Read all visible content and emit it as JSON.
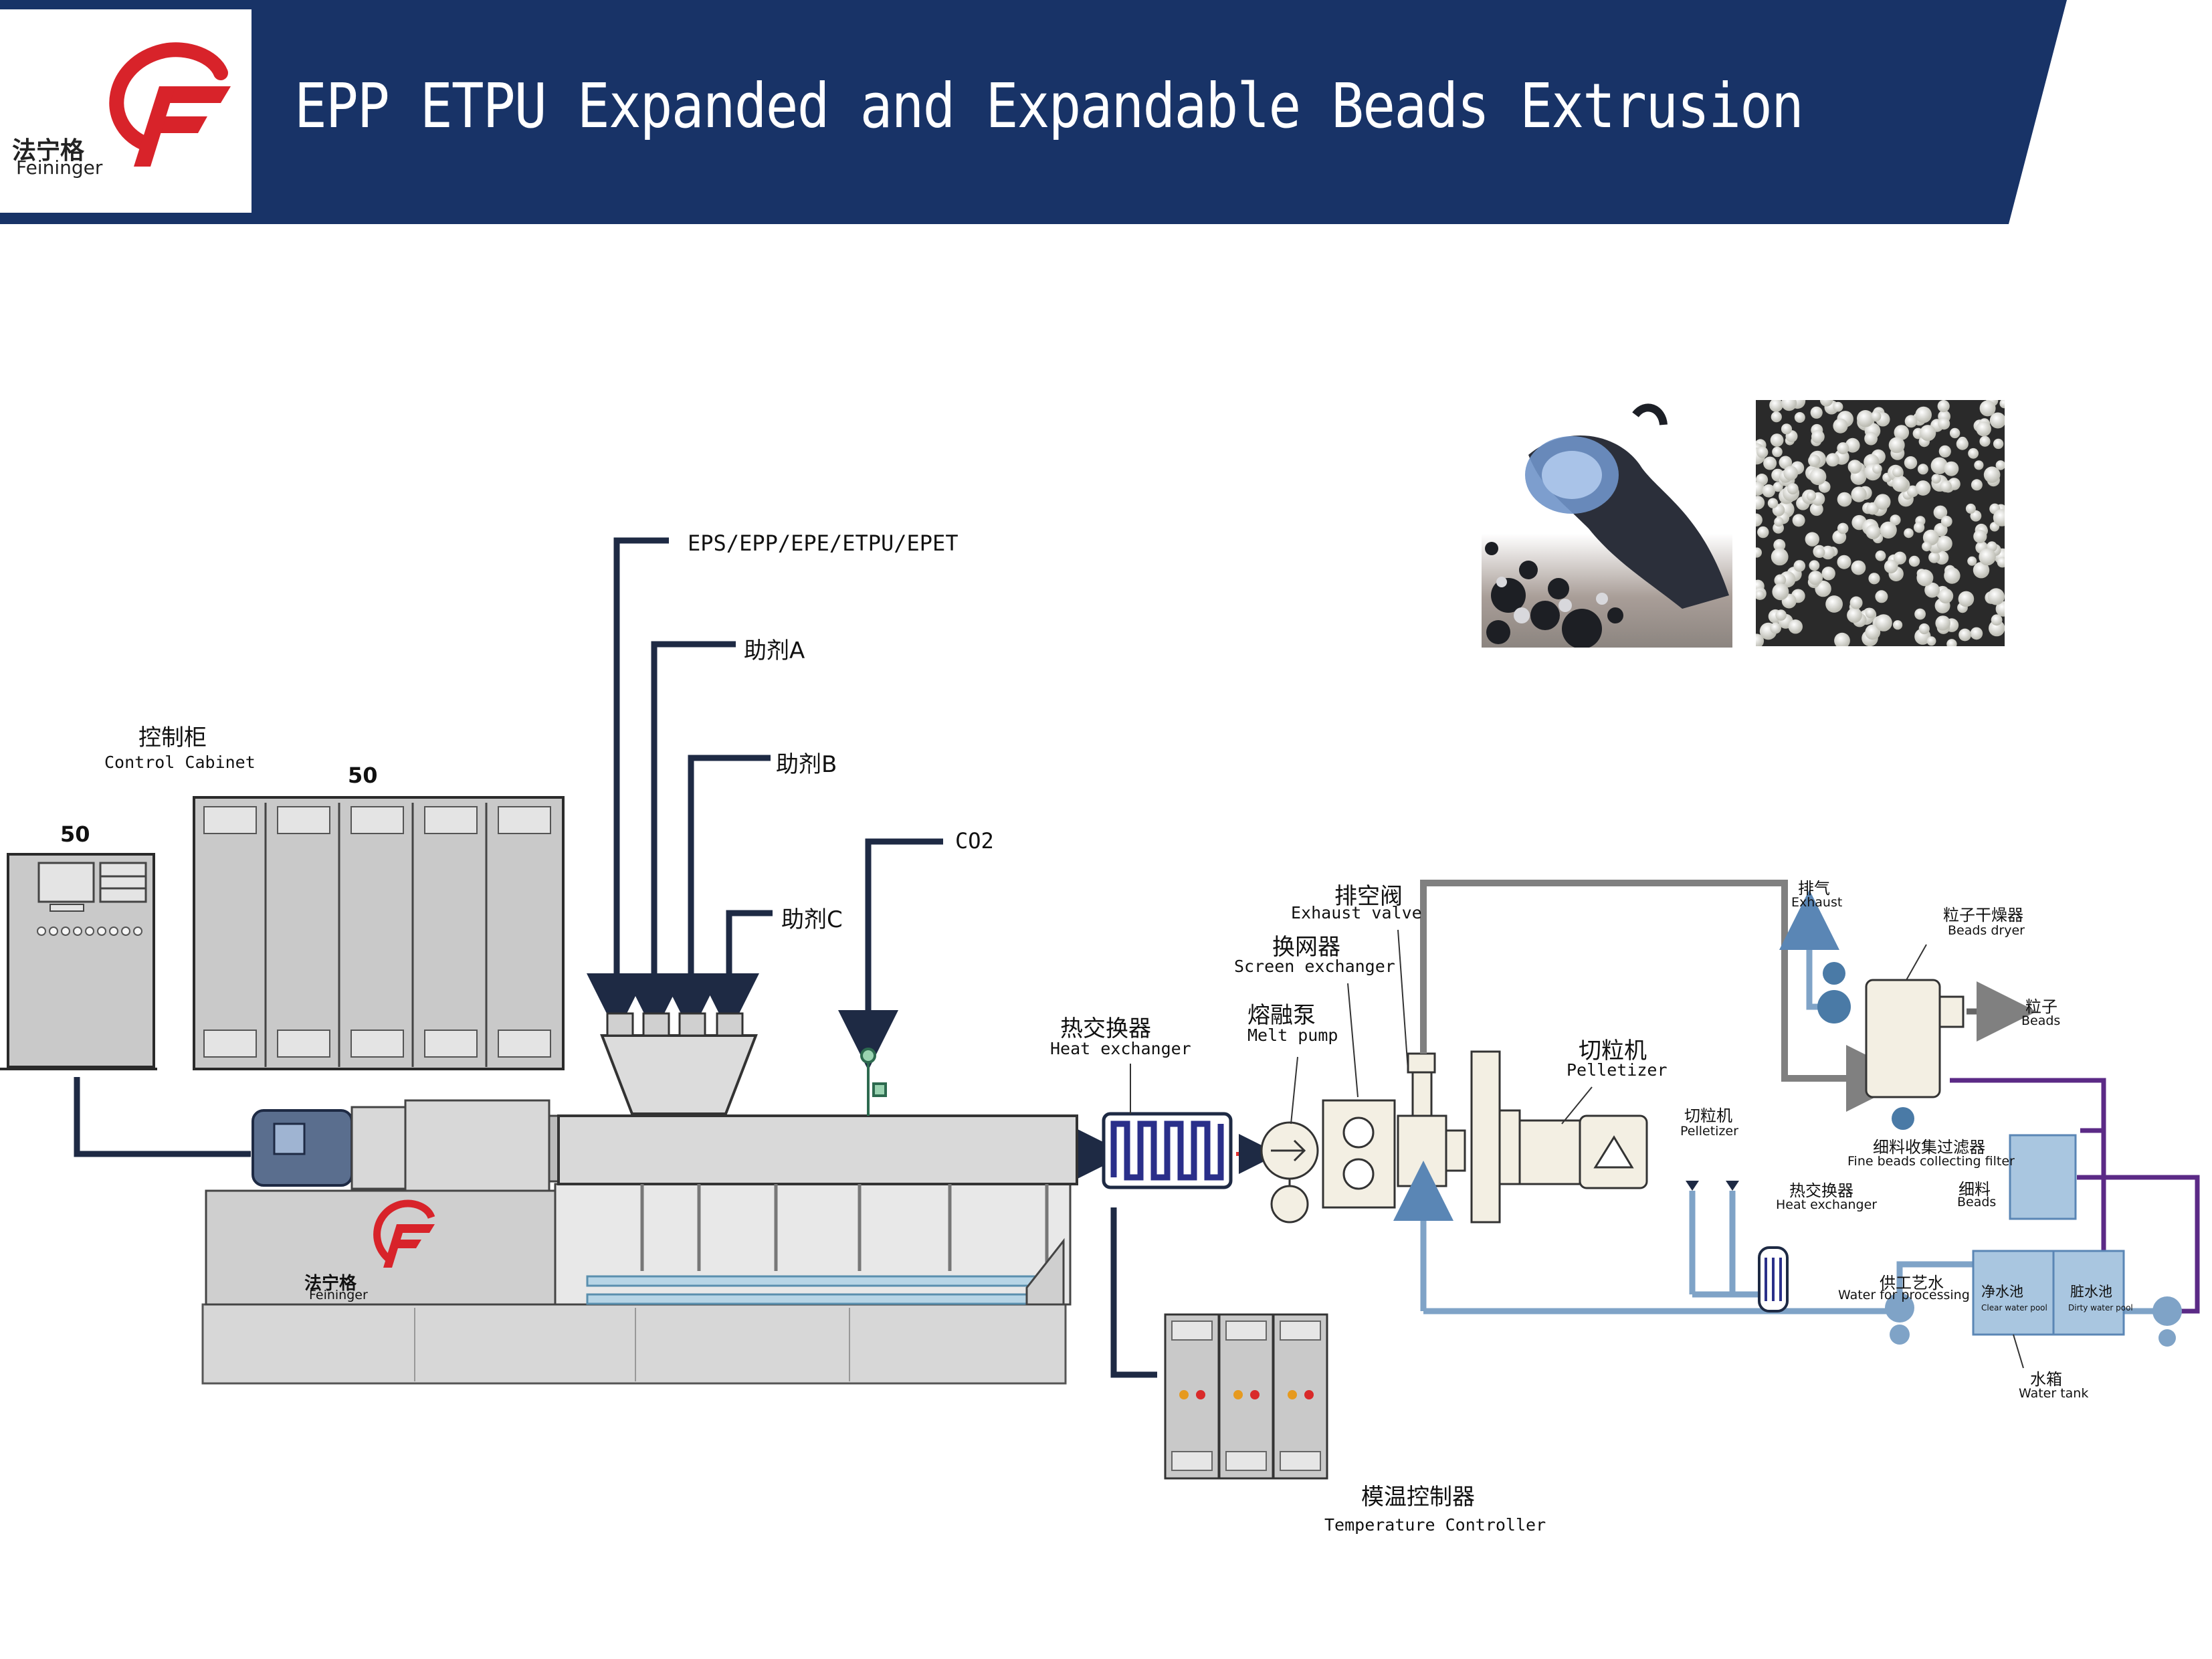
{
  "header": {
    "title": "EPP ETPU Expanded and Expandable Beads Extrusion"
  },
  "logo": {
    "cn": "法宁格",
    "en": "Feininger"
  },
  "colors": {
    "header_bg": "#183367",
    "logo_red": "#d8232a",
    "machine_gray": "#c9c9c9",
    "line_dark": "#1e2a44",
    "water_blue": "#7fa3c7",
    "purple": "#5b2a86"
  },
  "feeds": {
    "main": "EPS/EPP/EPE/ETPU/EPET",
    "a": "助剂A",
    "b": "助剂B",
    "c": "助剂C",
    "gas": "CO2"
  },
  "control_cabinet": {
    "cn": "控制柜",
    "en": "Control Cabinet",
    "small_num": "50",
    "large_num": "50"
  },
  "extruder": {
    "logo_cn": "法宁格",
    "logo_en": "Feininger"
  },
  "heat_exchanger": {
    "cn": "热交换器",
    "en": "Heat exchanger"
  },
  "temp_controller": {
    "cn": "模温控制器",
    "en": "Temperature Controller"
  },
  "melt_pump": {
    "cn": "熔融泵",
    "en": "Melt pump"
  },
  "screen_exchanger": {
    "cn": "换网器",
    "en": "Screen exchanger"
  },
  "exhaust_valve": {
    "cn": "排空阀",
    "en": "Exhaust valve"
  },
  "pelletizer_main": {
    "cn": "切粒机",
    "en": "Pelletizer"
  },
  "pelletizer_small": {
    "cn": "切粒机",
    "en": "Pelletizer"
  },
  "exhaust": {
    "cn": "排气",
    "en": "Exhaust"
  },
  "beads_dryer": {
    "cn": "粒子干燥器",
    "en": "Beads dryer"
  },
  "beads_out": {
    "cn": "粒子",
    "en": "Beads"
  },
  "fine_filter": {
    "cn": "细料收集过滤器",
    "en": "Fine beads collecting filter"
  },
  "fine_beads": {
    "cn": "细料",
    "en": "Beads"
  },
  "heat_exchanger_small": {
    "cn": "热交换器",
    "en": "Heat exchanger"
  },
  "process_water": {
    "cn": "供工艺水",
    "en": "Water for processing"
  },
  "clear_pool": {
    "cn": "净水池",
    "en": "Clear water pool"
  },
  "dirty_pool": {
    "cn": "脏水池",
    "en": "Dirty water pool"
  },
  "water_tank": {
    "cn": "水箱",
    "en": "Water tank"
  }
}
